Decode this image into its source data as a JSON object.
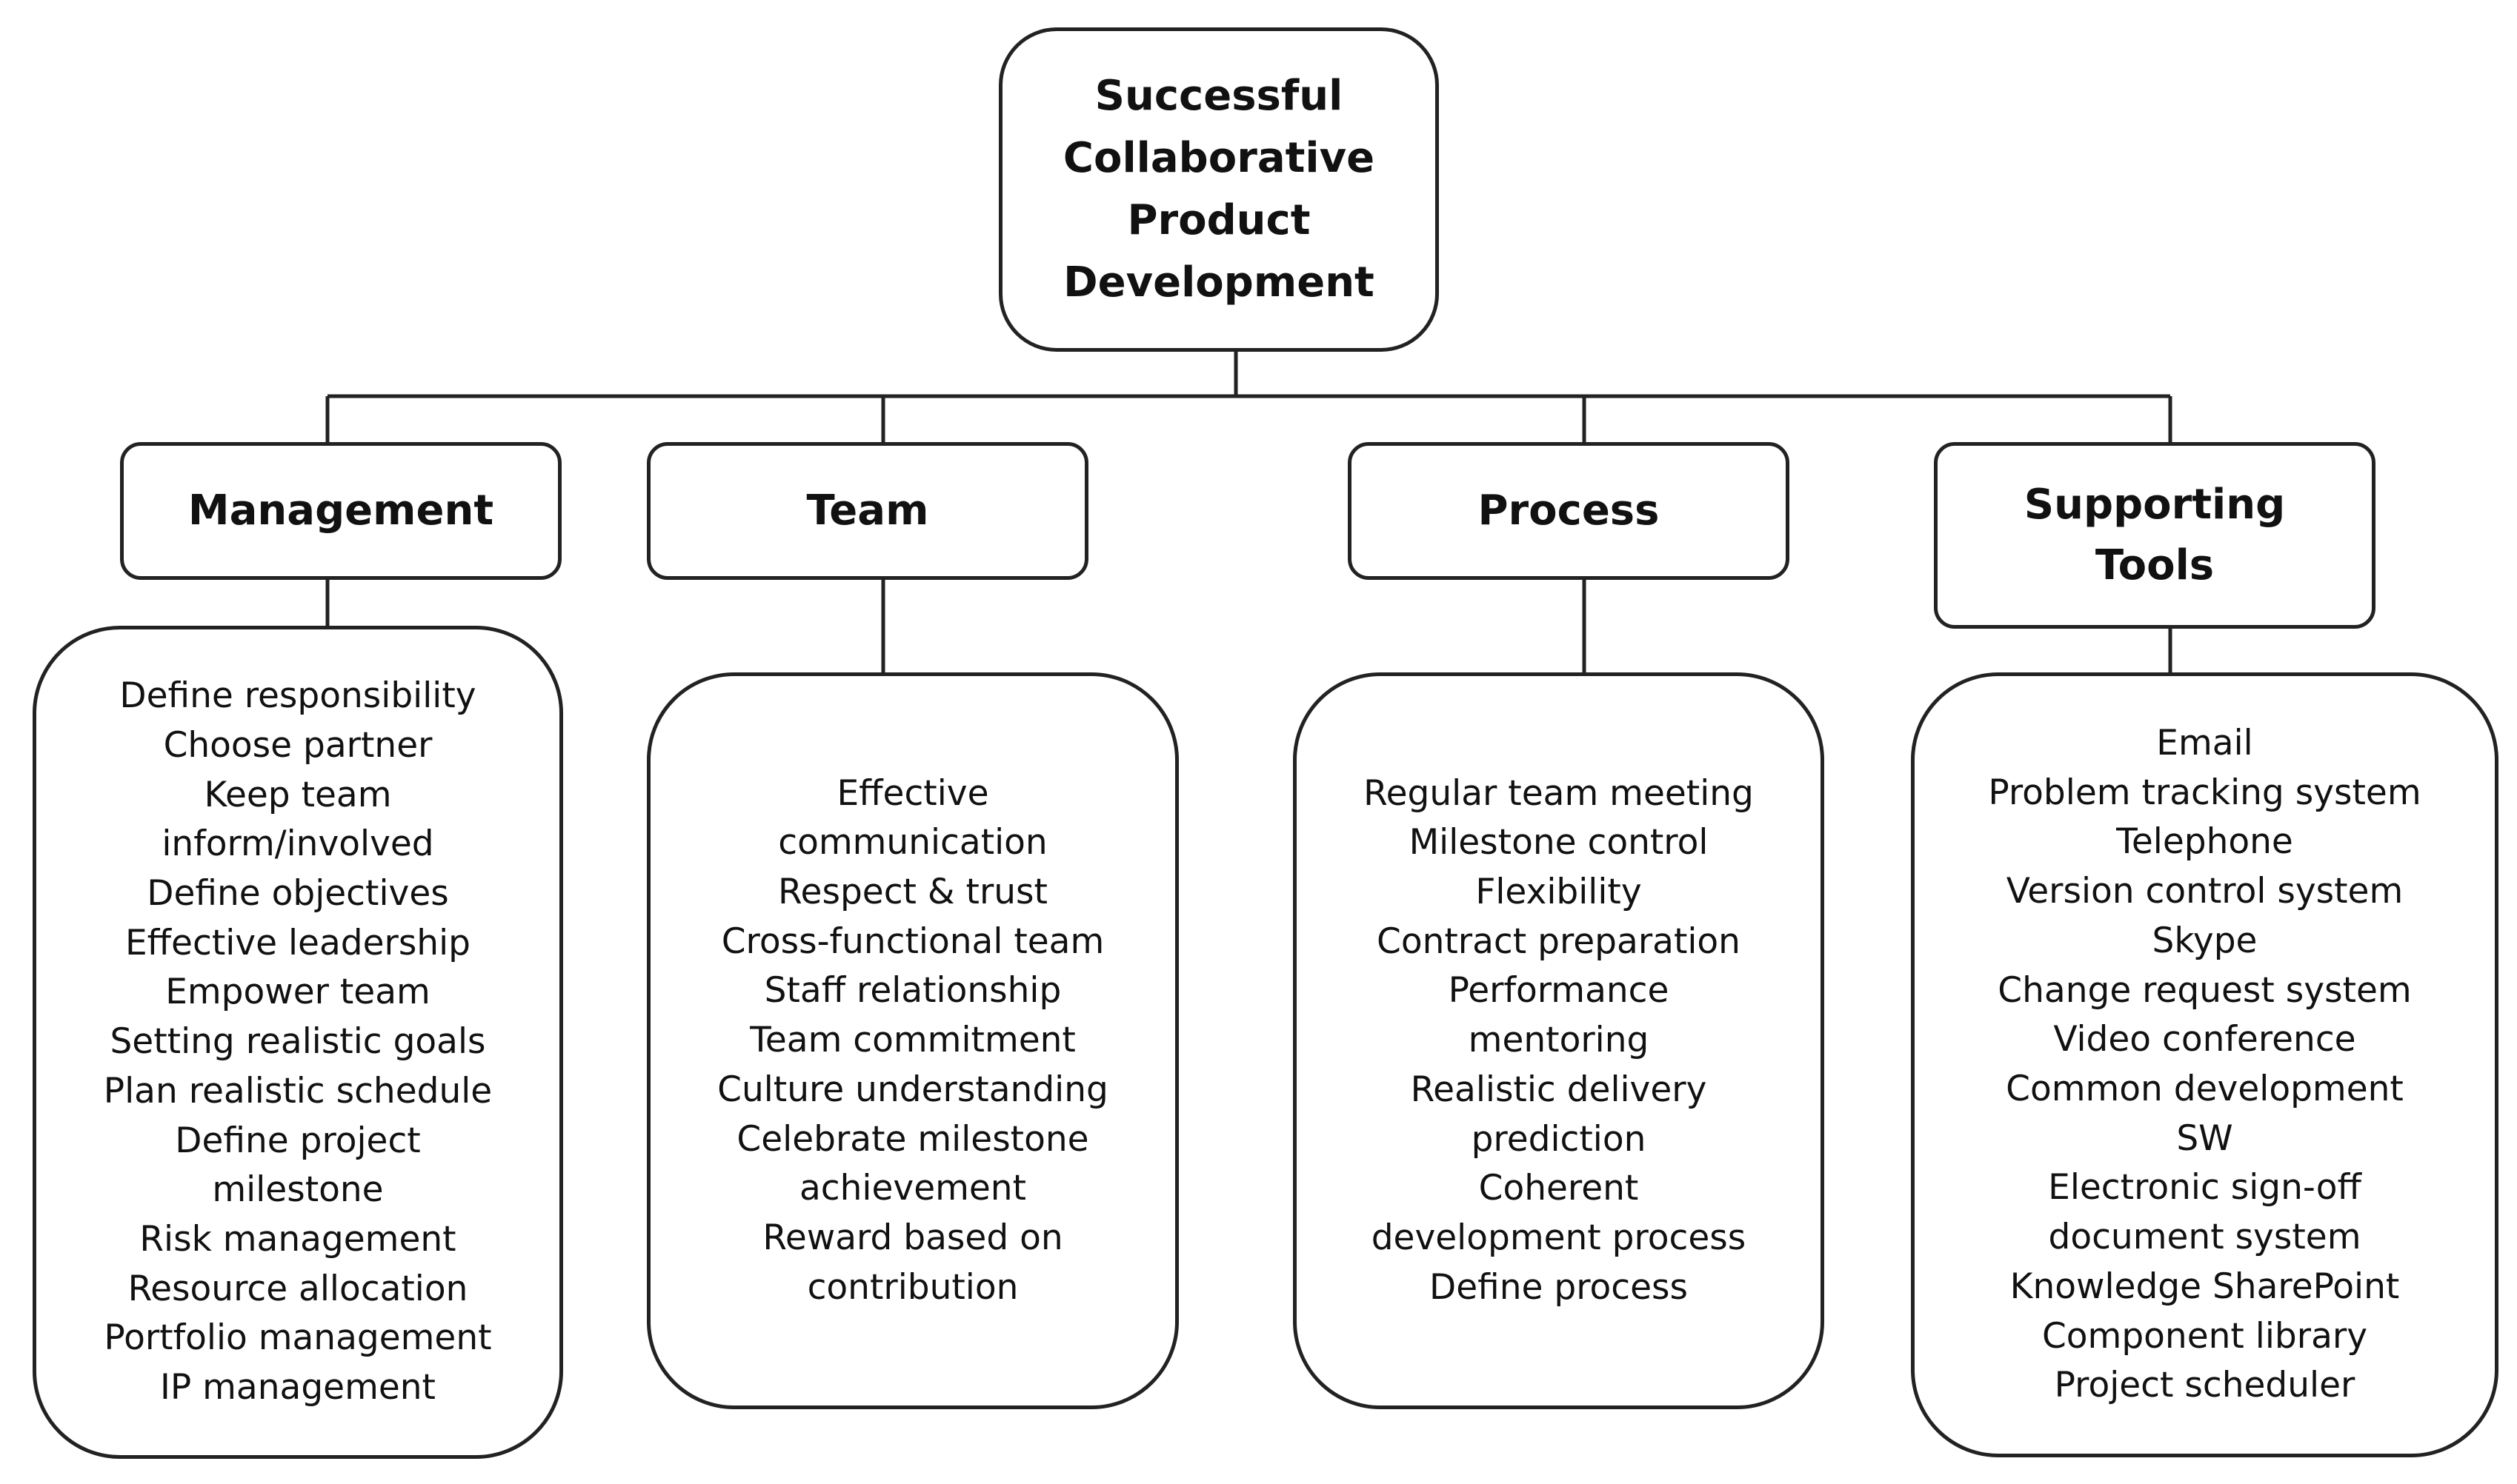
{
  "root": {
    "lines": [
      "Successful",
      "Collaborative",
      "Product",
      "Development"
    ]
  },
  "categories": [
    {
      "id": "management",
      "title_lines": [
        "Management"
      ],
      "items": [
        "Define responsibility",
        "Choose partner",
        "Keep team",
        "inform/involved",
        "Define objectives",
        "Effective leadership",
        "Empower team",
        "Setting realistic goals",
        "Plan realistic schedule",
        "Define project",
        "milestone",
        "Risk management",
        "Resource allocation",
        "Portfolio management",
        "IP management"
      ]
    },
    {
      "id": "team",
      "title_lines": [
        "Team"
      ],
      "items": [
        "Effective",
        "communication",
        "Respect & trust",
        "Cross-functional team",
        "Staff relationship",
        "Team commitment",
        "Culture understanding",
        "Celebrate milestone",
        "achievement",
        "Reward based on",
        "contribution"
      ]
    },
    {
      "id": "process",
      "title_lines": [
        "Process"
      ],
      "items": [
        "Regular team meeting",
        "Milestone control",
        "Flexibility",
        "Contract preparation",
        "Performance",
        "mentoring",
        "Realistic delivery",
        "prediction",
        "Coherent",
        "development process",
        "Define process"
      ]
    },
    {
      "id": "tools",
      "title_lines": [
        "Supporting",
        "Tools"
      ],
      "items": [
        "Email",
        "Problem tracking system",
        "Telephone",
        "Version control system",
        "Skype",
        "Change request system",
        "Video conference",
        "Common development",
        "SW",
        "Electronic sign-off",
        "document system",
        "Knowledge SharePoint",
        "Component library",
        "Project scheduler"
      ]
    }
  ]
}
